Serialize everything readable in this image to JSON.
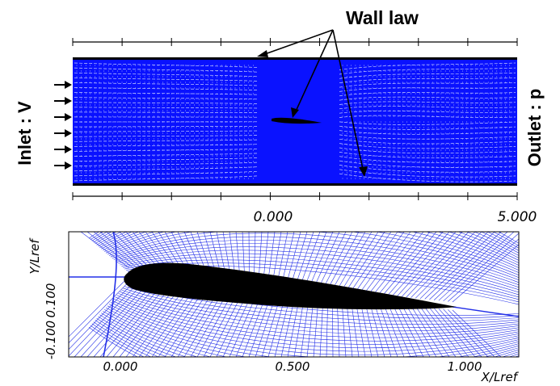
{
  "figure": {
    "annotation": "Wall law",
    "inlet_label": "Inlet : V",
    "outlet_label": "Outlet : p"
  },
  "top_panel": {
    "x_ticks": [
      "0.000",
      "5.000"
    ],
    "domain_color": "#0a12ff",
    "mesh_color": "#c8d0ff",
    "wall_color": "#000000"
  },
  "bottom_panel": {
    "x_axis_label": "X/Lref",
    "y_axis_label": "Y/Lref",
    "x_ticks": [
      "0.000",
      "0.500",
      "1.000"
    ],
    "y_ticks": [
      "0.100",
      "-0.100"
    ],
    "mesh_color": "#2430e8",
    "airfoil_color": "#000000"
  }
}
